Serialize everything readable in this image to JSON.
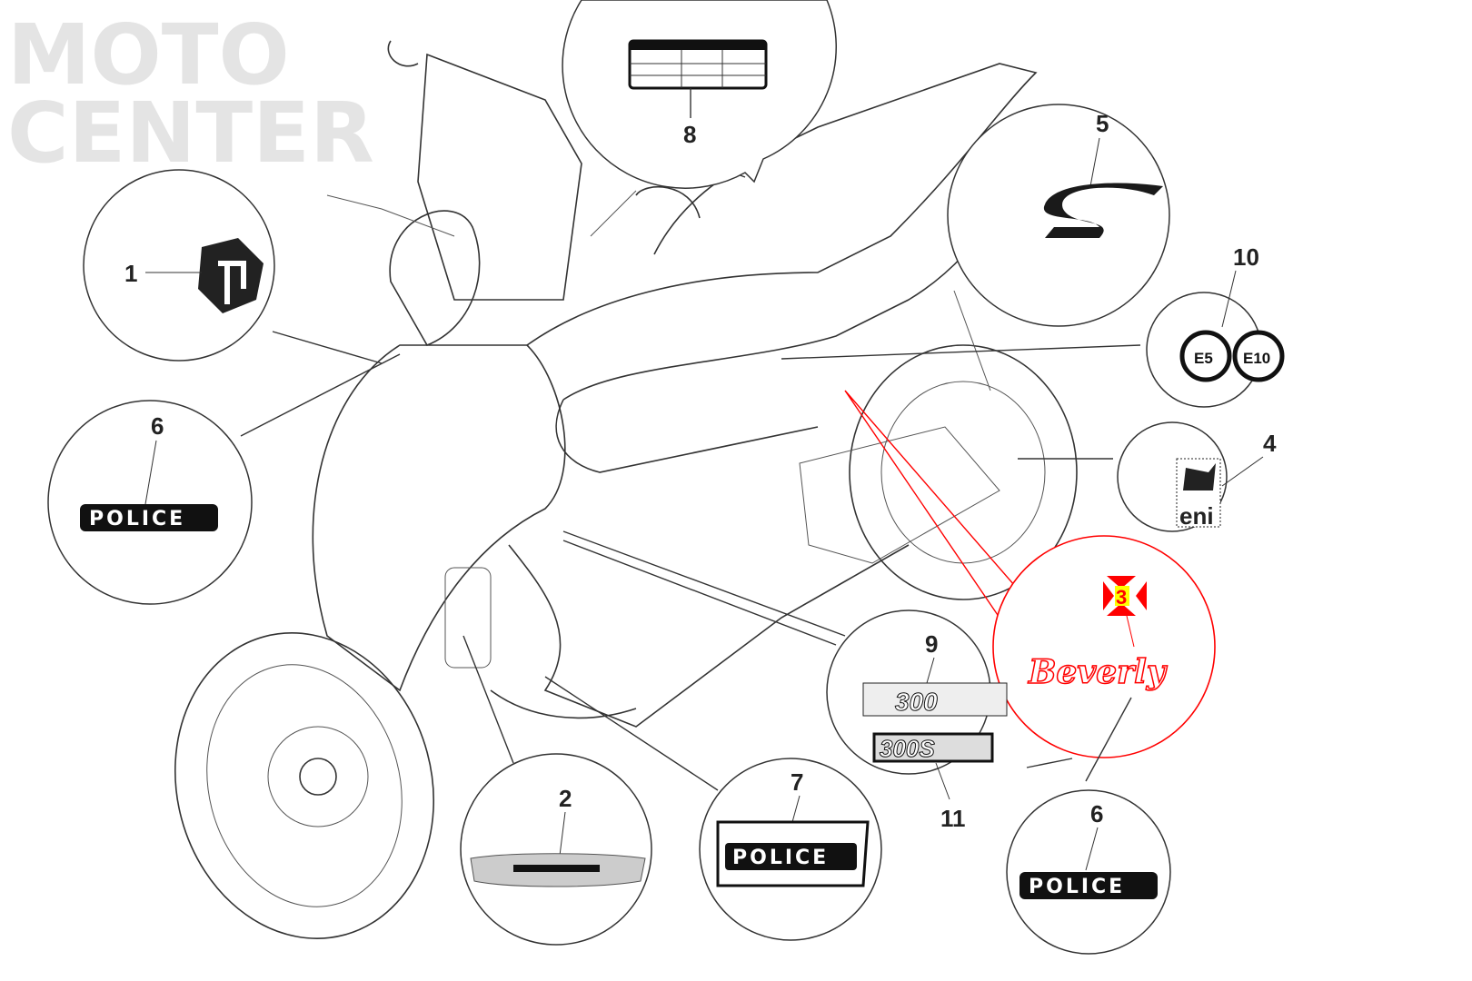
{
  "watermark": {
    "line1": "MOTO",
    "line2": "CENTER"
  },
  "callouts": [
    {
      "number": "1",
      "part": "piaggio-logo-badge"
    },
    {
      "number": "2",
      "part": "side-strip"
    },
    {
      "number": "3",
      "part": "beverly-decal",
      "text": "Beverly",
      "highlighted": true
    },
    {
      "number": "4",
      "part": "eni-sticker",
      "text": "eni"
    },
    {
      "number": "5",
      "part": "s-emblem",
      "text": "S"
    },
    {
      "number": "6",
      "part": "police-plate-front",
      "text": "POLICE"
    },
    {
      "number": "6",
      "part": "police-plate-rear",
      "text": "POLICE"
    },
    {
      "number": "7",
      "part": "police-front-plate",
      "text": "POLICE"
    },
    {
      "number": "8",
      "part": "tyre-pressure-label"
    },
    {
      "number": "9",
      "part": "300-badge",
      "text": "300"
    },
    {
      "number": "10",
      "part": "fuel-label",
      "text_a": "E5",
      "text_b": "E10"
    },
    {
      "number": "11",
      "part": "300s-badge",
      "text": "300S"
    }
  ],
  "colors": {
    "highlight": "#ff0000",
    "marker_fill": "#ffff00",
    "line": "#333333",
    "watermark": "#e4e4e4"
  }
}
